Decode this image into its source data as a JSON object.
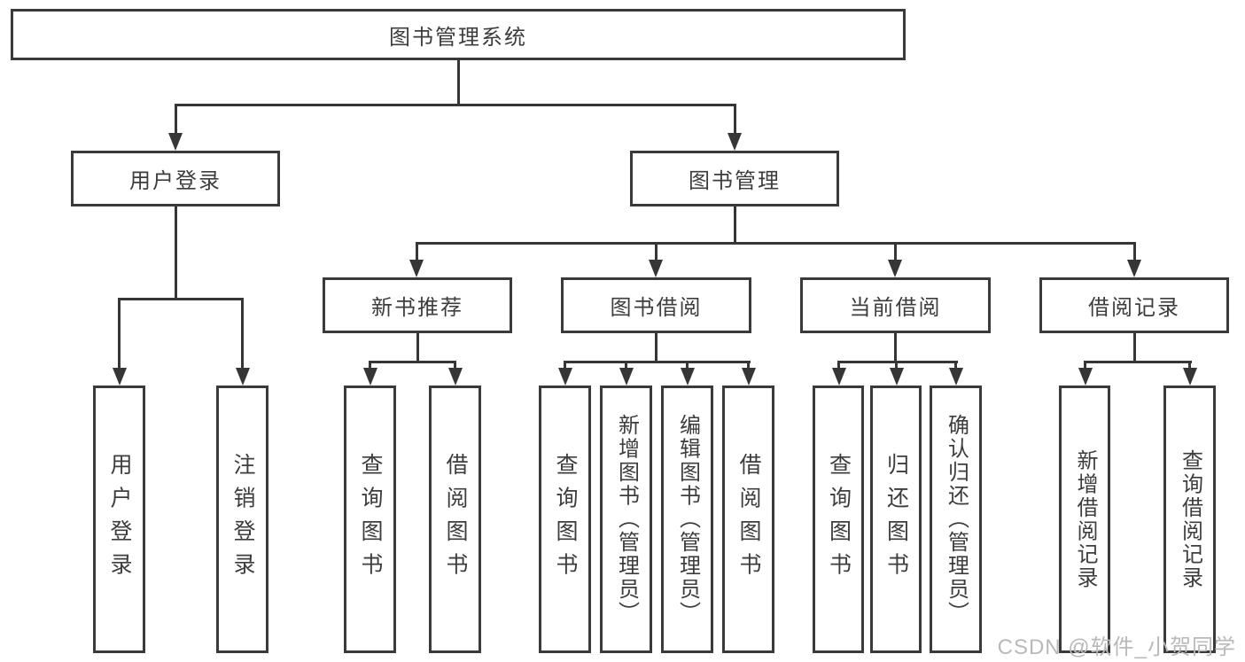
{
  "tree": {
    "root": "图书管理系统",
    "branches": [
      {
        "label": "用户登录",
        "children": [
          "用户登录",
          "注销登录"
        ]
      },
      {
        "label": "图书管理",
        "groups": [
          {
            "label": "新书推荐",
            "children": [
              "查询图书",
              "借阅图书"
            ]
          },
          {
            "label": "图书借阅",
            "children": [
              "查询图书",
              "新增图书（管理员）",
              "编辑图书（管理员）",
              "借阅图书"
            ]
          },
          {
            "label": "当前借阅",
            "children": [
              "查询图书",
              "归还图书",
              "确认归还（管理员）"
            ]
          },
          {
            "label": "借阅记录",
            "children": [
              "新增借阅记录",
              "查询借阅记录"
            ]
          }
        ]
      }
    ]
  },
  "watermark": "CSDN @软件_小贺同学",
  "colors": {
    "box_border": "#3a3a3a",
    "line": "#363636",
    "text": "#3d3d3d",
    "watermark": "#b9b9b9",
    "background": "#ffffff"
  }
}
